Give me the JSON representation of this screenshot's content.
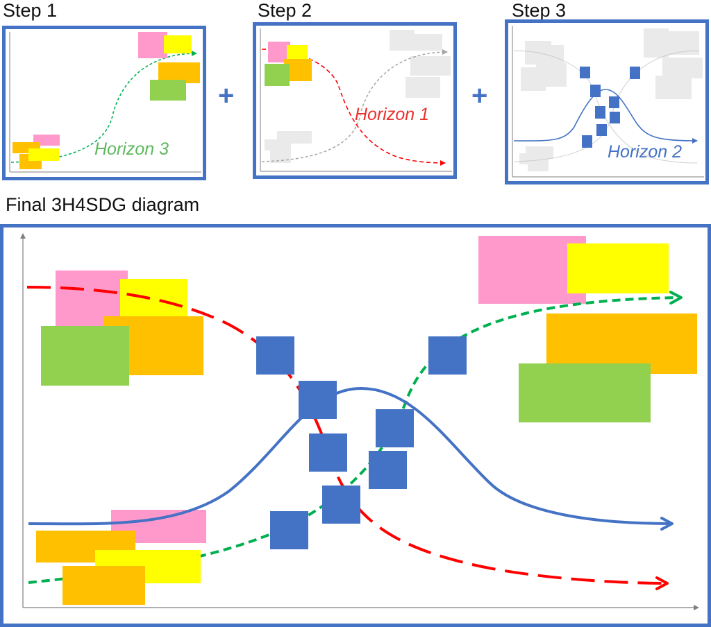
{
  "labels": {
    "step1": "Step 1",
    "step2": "Step 2",
    "step3": "Step 3",
    "final": "Final 3H4SDG diagram",
    "plus": "+"
  },
  "horizons": {
    "h1": "Horizon 1",
    "h2": "Horizon 2",
    "h3": "Horizon 3"
  },
  "colors": {
    "frame": "#4472C4",
    "horizon1": "#FF0000",
    "horizon2": "#4472C4",
    "horizon3": "#00B050",
    "pink": "#FF99CC",
    "yellow": "#FFFF00",
    "orange": "#FFC000",
    "green": "#92D050",
    "grey": "#D9D9D9",
    "axis": "#7F7F7F"
  }
}
